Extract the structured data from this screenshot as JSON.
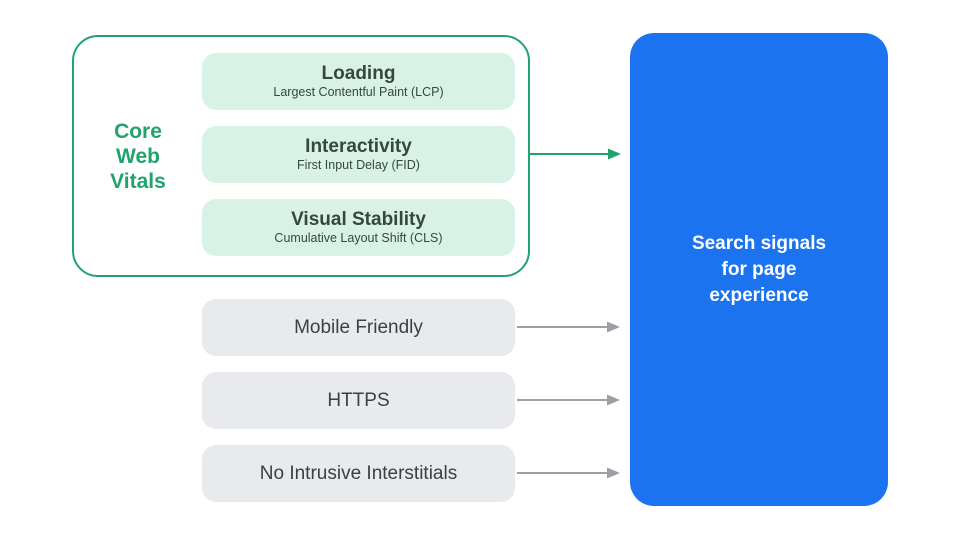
{
  "palette": {
    "green": "#21A36D",
    "mint": "#D8F3E5",
    "blue": "#1B73F0",
    "gray_box": "#E8EAED",
    "text_dark": "#3C4043",
    "text_mint": "#36473F",
    "arrow_gray": "#9AA0A6",
    "white": "#FFFFFF"
  },
  "core_web_vitals": {
    "label": "Core\nWeb\nVitals",
    "items": [
      {
        "title": "Loading",
        "subtitle": "Largest Contentful Paint (LCP)"
      },
      {
        "title": "Interactivity",
        "subtitle": "First Input Delay (FID)"
      },
      {
        "title": "Visual Stability",
        "subtitle": "Cumulative Layout Shift (CLS)"
      }
    ]
  },
  "other_signals": [
    {
      "label": "Mobile Friendly"
    },
    {
      "label": "HTTPS"
    },
    {
      "label": "No Intrusive Interstitials"
    }
  ],
  "result": {
    "label": "Search signals\nfor page\nexperience"
  }
}
